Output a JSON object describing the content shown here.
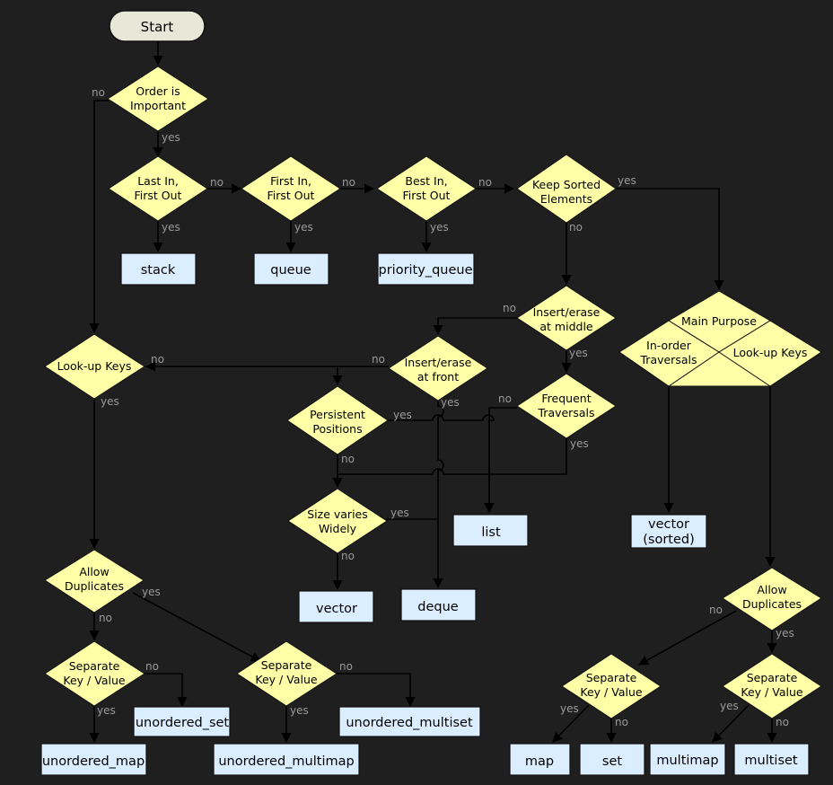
{
  "nodes": {
    "start": "Start",
    "order_important": [
      "Order is",
      "Important"
    ],
    "lifo": [
      "Last In,",
      "First Out"
    ],
    "fifo": [
      "First In,",
      "First Out"
    ],
    "best_in": [
      "Best In,",
      "First Out"
    ],
    "keep_sorted": [
      "Keep Sorted",
      "Elements"
    ],
    "stack": "stack",
    "queue": "queue",
    "priority_queue": "priority_queue",
    "insert_middle": [
      "Insert/erase",
      "at middle"
    ],
    "main_purpose": "Main Purpose",
    "inorder": [
      "In-order",
      "Traversals"
    ],
    "lookup_keys_right": "Look-up Keys",
    "lookup_keys": "Look-up Keys",
    "insert_front": [
      "Insert/erase",
      "at front"
    ],
    "frequent_traversals": [
      "Frequent",
      "Traversals"
    ],
    "persistent_positions": [
      "Persistent",
      "Positions"
    ],
    "size_varies": [
      "Size varies",
      "Widely"
    ],
    "list": "list",
    "vector_sorted": [
      "vector",
      "(sorted)"
    ],
    "vector": "vector",
    "deque": "deque",
    "allow_dup_left": [
      "Allow",
      "Duplicates"
    ],
    "allow_dup_right": [
      "Allow",
      "Duplicates"
    ],
    "sep_kv_1": [
      "Separate",
      "Key / Value"
    ],
    "sep_kv_2": [
      "Separate",
      "Key / Value"
    ],
    "sep_kv_3": [
      "Separate",
      "Key / Value"
    ],
    "sep_kv_4": [
      "Separate",
      "Key / Value"
    ],
    "unordered_set": "unordered_set",
    "unordered_multiset": "unordered_multiset",
    "unordered_map": "unordered_map",
    "unordered_multimap": "unordered_multimap",
    "map": "map",
    "set": "set",
    "multimap": "multimap",
    "multiset": "multiset"
  },
  "edge_labels": {
    "yes": "yes",
    "no": "no"
  },
  "colors": {
    "background": "#1f1f1f",
    "decision": "#ffffa8",
    "container": "#dbeeff",
    "start": "#e8e8d8",
    "edge_label": "#9a9a9a"
  }
}
